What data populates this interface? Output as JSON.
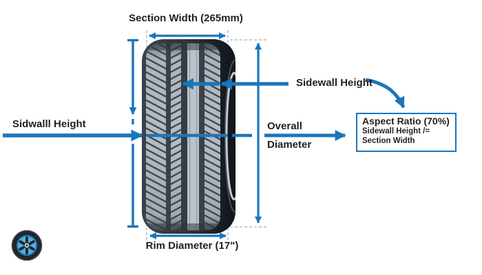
{
  "diagram": {
    "labels": {
      "section_width": "Section Width (265mm)",
      "sidwalll_height_left": "Sidwalll Height",
      "sidewall_height_right": "Sidewall Height",
      "overall_line1": "Overall",
      "overall_line2": "Diameter",
      "rim_diameter": "Rim Diameter (17\")"
    },
    "aspect_ratio_box": {
      "title": "Aspect Ratio (70%)",
      "formula_line1": "Sidewall Height /=",
      "formula_line2": "Section Width"
    },
    "icons": {
      "wheel_logo": "tire-wheel-icon"
    },
    "colors": {
      "accent_blue": "#1b75bb",
      "text": "#231f20",
      "guide_gray": "#a7b0b8",
      "background": "#ffffff"
    }
  }
}
